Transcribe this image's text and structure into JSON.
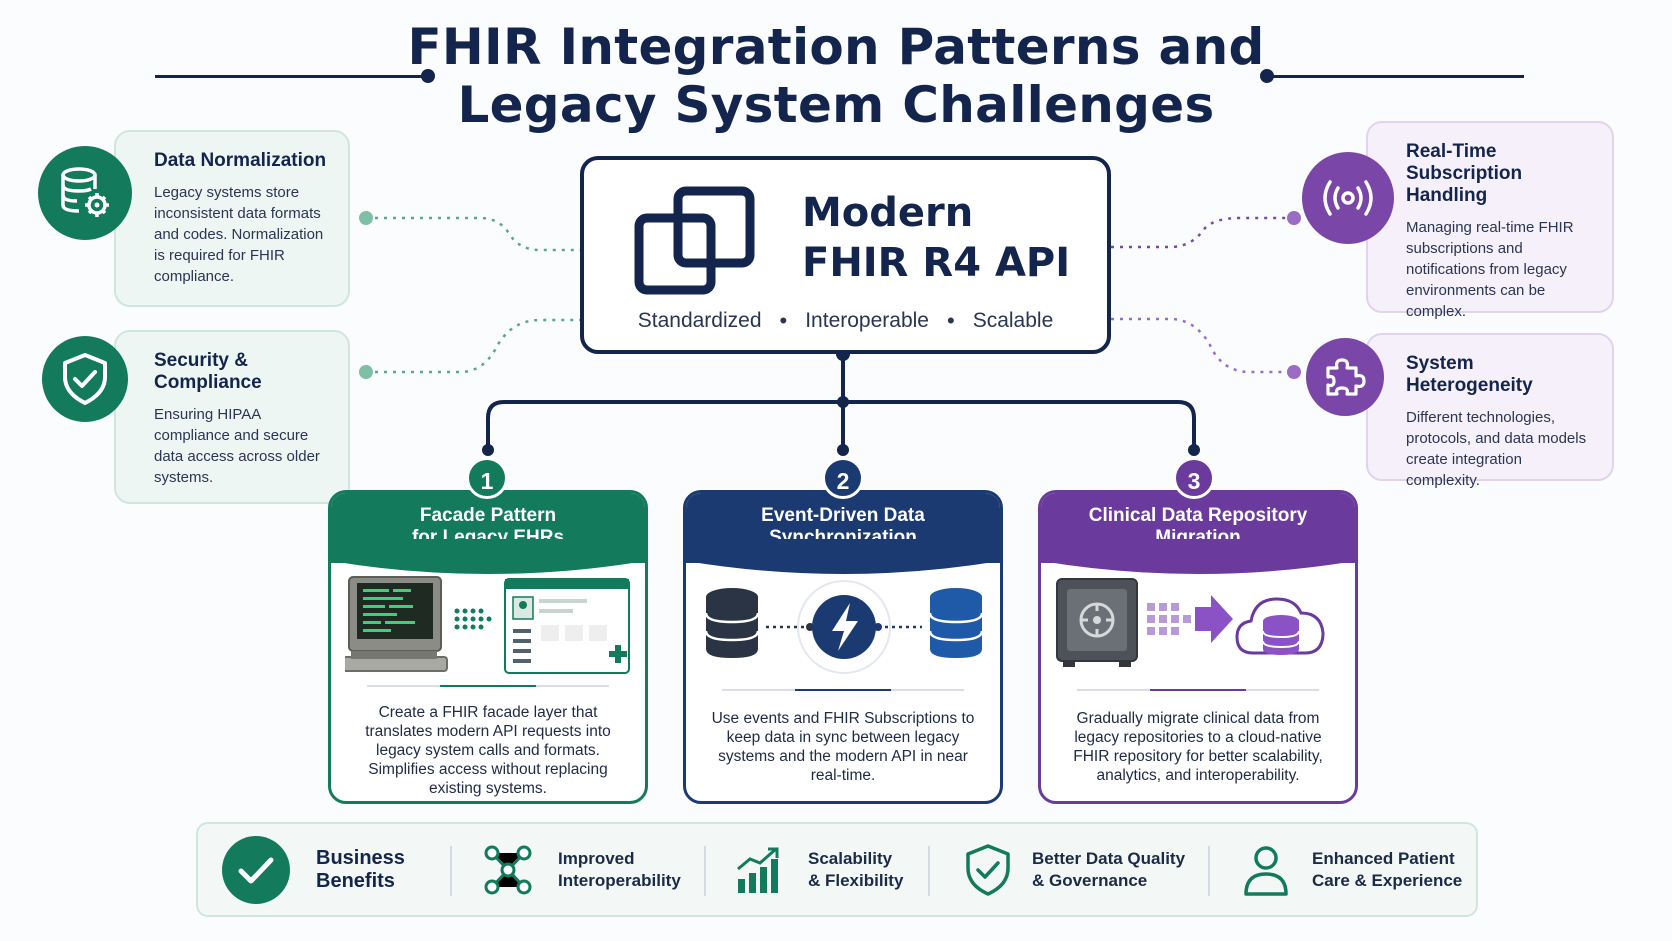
{
  "title": {
    "line1": "FHIR Integration Patterns and",
    "line2": "Legacy System Challenges"
  },
  "api": {
    "title": "Modern\nFHIR R4 API",
    "tags": [
      "Standardized",
      "Interoperable",
      "Scalable"
    ],
    "separator": "•"
  },
  "challenges_left": [
    {
      "title": "Data Normalization",
      "body": "Legacy systems store inconsistent data formats and codes. Normalization is required for FHIR compliance.",
      "icon": "database-gear-icon"
    },
    {
      "title": "Security & Compliance",
      "body": "Ensuring HIPAA compliance and secure data access across older systems.",
      "icon": "shield-check-icon"
    }
  ],
  "challenges_right": [
    {
      "title": "Real-Time Subscription Handling",
      "body": "Managing real-time FHIR subscriptions and notifications from legacy environments can be complex.",
      "icon": "broadcast-icon"
    },
    {
      "title": "System Heterogeneity",
      "body": "Different technologies, protocols, and data models create integration complexity.",
      "icon": "puzzle-icon"
    }
  ],
  "patterns": [
    {
      "number": "1",
      "title": "Facade Pattern\nfor Legacy EHRs",
      "body": "Create a FHIR facade layer that translates modern API requests into legacy system calls and formats. Simplifies access without replacing existing systems.",
      "color": "#137a5c"
    },
    {
      "number": "2",
      "title": "Event-Driven Data\nSynchronization",
      "body": "Use events and FHIR Subscriptions to keep data in sync between legacy systems and the modern API in near real-time.",
      "color": "#1b3a72"
    },
    {
      "number": "3",
      "title": "Clinical Data Repository\nMigration",
      "body": "Gradually migrate clinical data from legacy repositories to a cloud-native FHIR repository for better scalability, analytics, and interoperability.",
      "color": "#6a3a9c"
    }
  ],
  "benefits": {
    "heading": "Business\nBenefits",
    "items": [
      {
        "label": "Improved\nInteroperability",
        "icon": "network-icon"
      },
      {
        "label": "Scalability\n& Flexibility",
        "icon": "growth-chart-icon"
      },
      {
        "label": "Better Data Quality\n& Governance",
        "icon": "shield-check-icon"
      },
      {
        "label": "Enhanced Patient\nCare & Experience",
        "icon": "person-icon"
      }
    ]
  },
  "colors": {
    "navy": "#13254d",
    "green": "#137a5c",
    "purple": "#6a3a9c"
  }
}
